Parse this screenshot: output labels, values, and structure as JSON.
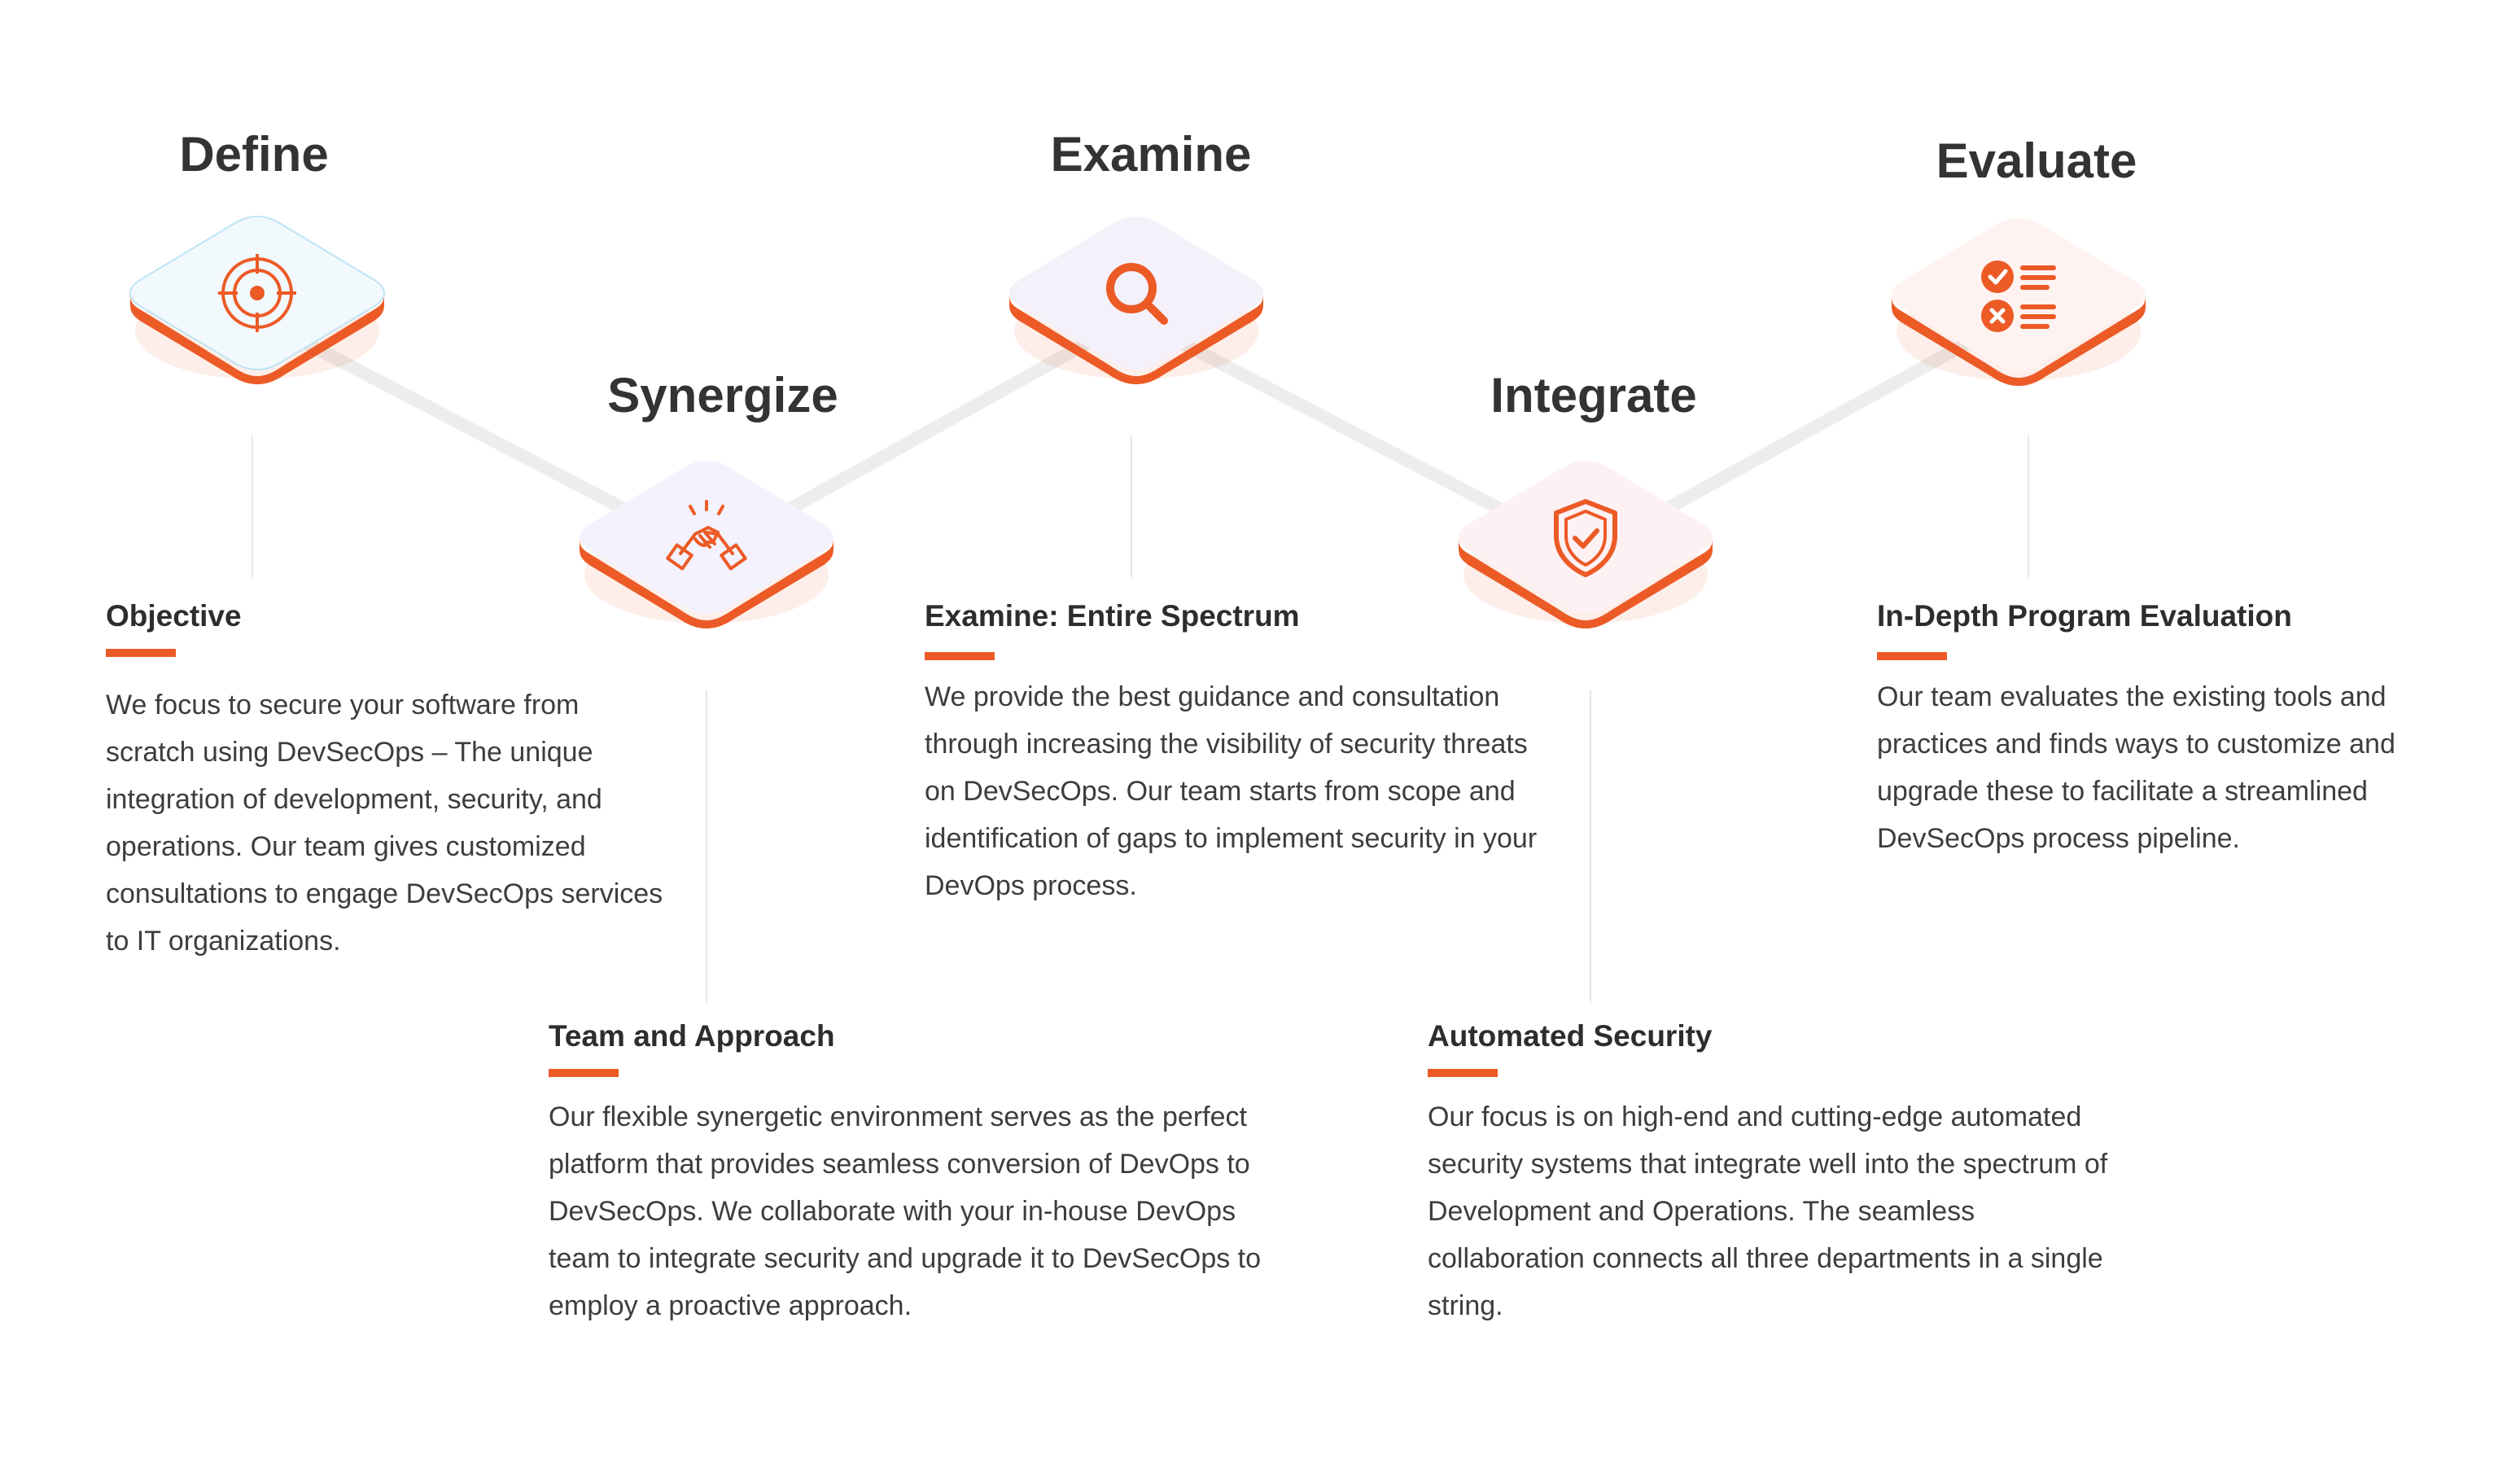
{
  "accent_color": "#ec5a26",
  "steps": [
    {
      "title": "Define",
      "icon": "target-icon",
      "tile_color": "#f2f9fd",
      "detail_heading": "Objective",
      "detail_text": "We focus to secure your software from scratch using DevSecOps – The unique integration of development, security, and operations. Our team gives customized consultations to engage DevSecOps services to IT organizations."
    },
    {
      "title": "Synergize",
      "icon": "handshake-icon",
      "tile_color": "#f4f2fd",
      "detail_heading": "Team and Approach",
      "detail_text": "Our flexible synergetic environment serves as the perfect platform that provides seamless conversion of DevOps to DevSecOps. We collaborate with your in-house DevOps team to integrate security and upgrade it to DevSecOps to employ a proactive approach."
    },
    {
      "title": "Examine",
      "icon": "search-icon",
      "tile_color": "#f4f1fb",
      "detail_heading": "Examine: Entire Spectrum",
      "detail_text": "We provide the best guidance and consultation through increasing the visibility of security threats on DevSecOps. Our team starts from scope and identification of gaps to implement security in your DevOps process."
    },
    {
      "title": "Integrate",
      "icon": "shield-check-icon",
      "tile_color": "#fdf1f3",
      "detail_heading": "Automated Security",
      "detail_text": "Our focus is on high-end and cutting-edge automated security systems that integrate well into the spectrum of Development and Operations. The seamless collaboration connects all three departments in a single string."
    },
    {
      "title": "Evaluate",
      "icon": "checklist-icon",
      "tile_color": "#fef3f1",
      "detail_heading": "In-Depth Program Evaluation",
      "detail_text": "Our team evaluates the existing tools and practices and finds ways to customize and upgrade these to facilitate a streamlined DevSecOps process pipeline."
    }
  ]
}
